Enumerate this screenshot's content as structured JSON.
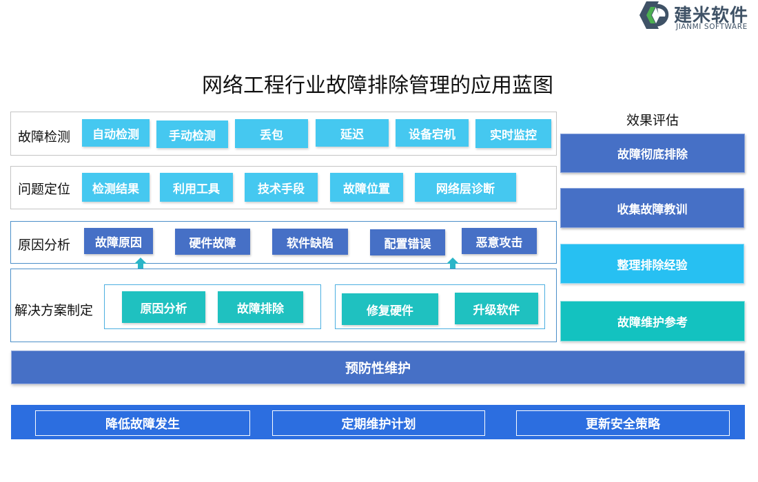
{
  "logo": {
    "name_cn": "建米软件",
    "name_en": "JIANMI SOFTWARE"
  },
  "title": "网络工程行业故障排除管理的应用蓝图",
  "rows": {
    "detection": {
      "label": "故障检测",
      "items": [
        "自动检测",
        "手动检测",
        "丢包",
        "延迟",
        "设备宕机",
        "实时监控"
      ]
    },
    "location": {
      "label": "问题定位",
      "items": [
        "检测结果",
        "利用工具",
        "技术手段",
        "故障位置",
        "网络层诊断"
      ]
    },
    "cause": {
      "label": "原因分析",
      "items": [
        "故障原因",
        "硬件故障",
        "软件缺陷",
        "配置错误",
        "恶意攻击"
      ]
    },
    "solution": {
      "label": "解决方案制定",
      "group_left": [
        "原因分析",
        "故障排除"
      ],
      "group_right": [
        "修复硬件",
        "升级软件"
      ]
    }
  },
  "evaluation": {
    "header": "效果评估",
    "items": [
      "故障彻底排除",
      "收集故障教训",
      "整理排除经验",
      "故障维护参考"
    ]
  },
  "maintenance": {
    "label": "预防性维护"
  },
  "bottom": {
    "items": [
      "降低故障发生",
      "定期维护计划",
      "更新安全策略"
    ]
  },
  "colors": {
    "cyan": "#45c8f0",
    "navy": "#4670c6",
    "teal": "#1fc1c0",
    "bar": "#4670c6",
    "bottom": "#2c6ee0",
    "eval_light": "#27c0f2",
    "eval_teal": "#13c2c0",
    "arrow": "#2ab5c8"
  }
}
